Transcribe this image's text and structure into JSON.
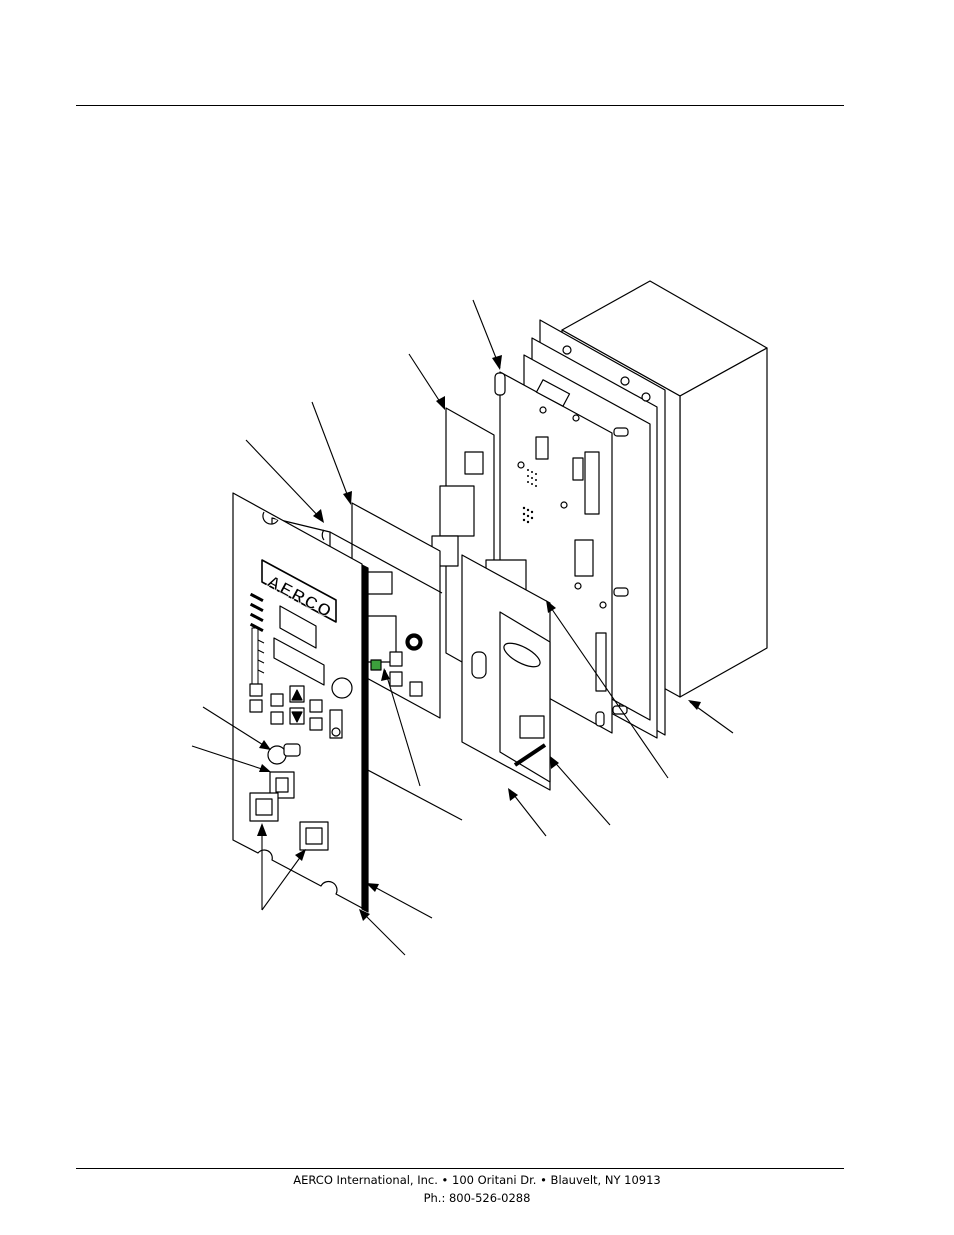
{
  "logo": {
    "text": "AERCO"
  },
  "footer": {
    "address": "AERCO International, Inc. • 100 Oritani Dr. •  Blauvelt, NY 10913",
    "phone": "Ph.: 800-526-0288"
  },
  "diagram": {
    "subject": "exploded view of control panel assembly",
    "colors": {
      "line": "#000000",
      "background": "#ffffff",
      "accent": "#3ca03c"
    }
  }
}
